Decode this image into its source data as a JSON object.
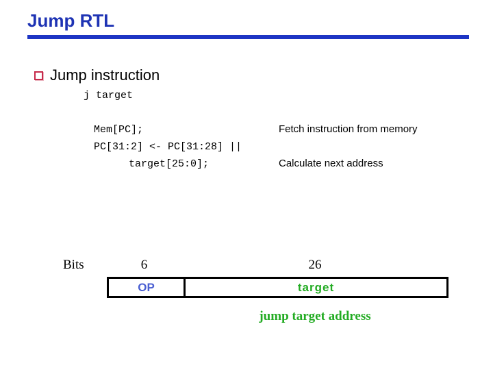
{
  "slide": {
    "title": "Jump RTL",
    "bullet": "Jump instruction",
    "instruction": "j target",
    "code": {
      "line1": "Mem[PC];",
      "line2": "PC[31:2] <- PC[31:28] ||",
      "line3": "target[25:0];"
    },
    "annotations": {
      "fetch": "Fetch instruction from memory",
      "calculate": "Calculate next address"
    },
    "bits": {
      "label": "Bits",
      "op_width": "6",
      "target_width": "26"
    },
    "fields": {
      "op": "OP",
      "target": "target"
    },
    "caption": "jump target address",
    "colors": {
      "title_blue": "#1e33b4",
      "rule_blue": "#1d35c4",
      "op_blue": "#4a5fd2",
      "field_green": "#22ab22",
      "bullet_red": "#c62a4a",
      "border_black": "#000000"
    }
  }
}
